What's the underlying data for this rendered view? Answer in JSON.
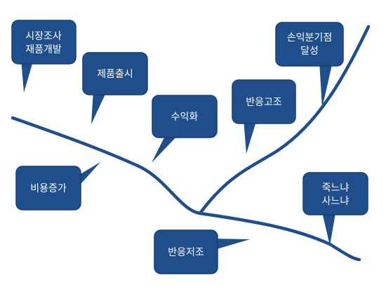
{
  "colors": {
    "bubble_fill": "#1f4e8c",
    "bubble_border": "#173f73",
    "curve": "#1f4e8c",
    "text": "#ffffff",
    "background": "#ffffff"
  },
  "labels": {
    "market_research": [
      "시장조사",
      "재품개발"
    ],
    "product_launch": [
      "제품출시"
    ],
    "monetization": [
      "수익화"
    ],
    "good_response": [
      "반응고조"
    ],
    "break_even": [
      "손익분기점",
      "달성"
    ],
    "cost_increase": [
      "비용증가"
    ],
    "weak_response": [
      "반응저조"
    ],
    "die_or_live": [
      "죽느냐",
      "사느냐"
    ]
  }
}
